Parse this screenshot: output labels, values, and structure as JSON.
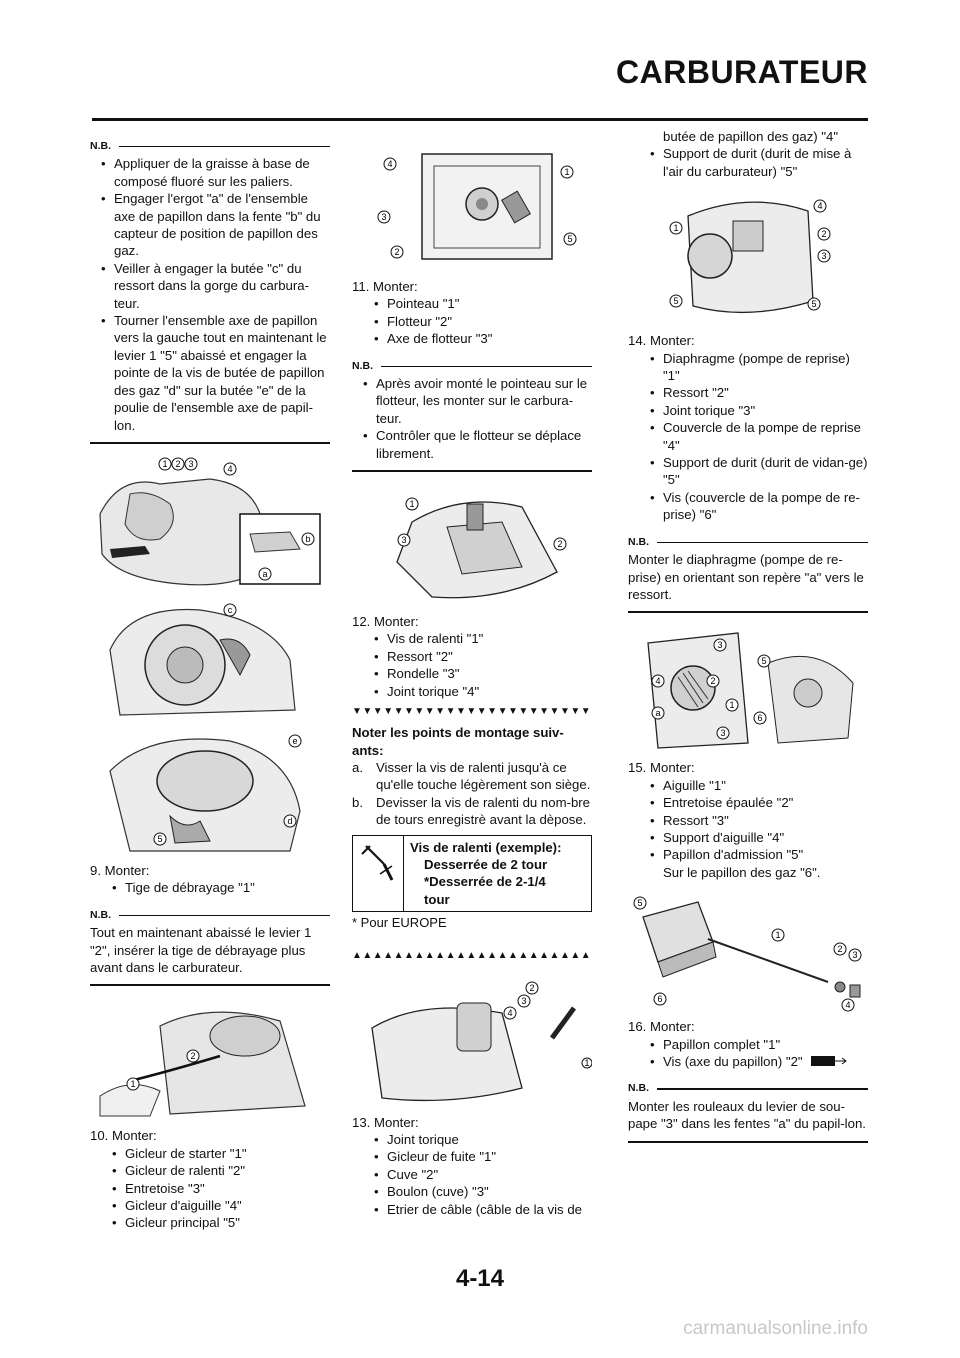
{
  "header": {
    "title": "CARBURATEUR"
  },
  "footer": {
    "page_number": "4-14",
    "watermark": "carmanualsonline.info"
  },
  "col1": {
    "nb1": {
      "label": "N.B.",
      "items": [
        "Appliquer de la graisse à base de composé fluoré sur les paliers.",
        "Engager l'ergot \"a\" de l'ensemble axe de papillon dans la fente \"b\" du capteur de position de papillon des gaz.",
        "Veiller à engager la butée \"c\" du ressort dans la gorge du carbura-teur.",
        "Tourner l'ensemble axe de papillon vers la gauche tout en maintenant le levier 1 \"5\" abaissé et engager la pointe de la vis de butée de papillon des gaz \"d\" sur la butée \"e\" de la poulie de l'ensemble axe de papil-lon."
      ]
    },
    "fig1_labels": [
      "1",
      "2",
      "3",
      "4",
      "a",
      "b"
    ],
    "fig2_labels": [
      "c"
    ],
    "fig3_labels": [
      "e",
      "5",
      "d"
    ],
    "step9": {
      "title": "9.  Monter:",
      "items": [
        "Tige de débrayage \"1\""
      ]
    },
    "nb2": {
      "label": "N.B.",
      "text": "Tout en maintenant abaissé le levier 1 \"2\", insérer la tige de débrayage plus avant dans le carburateur."
    },
    "fig4_labels": [
      "1",
      "2"
    ],
    "step10": {
      "title": "10. Monter:",
      "items": [
        "Gicleur de starter \"1\"",
        "Gicleur de ralenti \"2\"",
        "Entretoise \"3\"",
        "Gicleur d'aiguille \"4\"",
        "Gicleur principal \"5\""
      ]
    }
  },
  "col2": {
    "fig5_labels": [
      "4",
      "1",
      "3",
      "5",
      "2"
    ],
    "step11": {
      "title": "11. Monter:",
      "items": [
        "Pointeau \"1\"",
        "Flotteur \"2\"",
        "Axe de flotteur \"3\""
      ]
    },
    "nb3": {
      "label": "N.B.",
      "items": [
        "Après avoir monté le pointeau sur le flotteur, les monter sur le carbura-teur.",
        "Contrôler que le flotteur se déplace librement."
      ]
    },
    "fig6_labels": [
      "1",
      "3",
      "2"
    ],
    "step12": {
      "title": "12. Monter:",
      "items": [
        "Vis de ralenti \"1\"",
        "Ressort \"2\"",
        "Rondelle \"3\"",
        "Joint torique \"4\""
      ]
    },
    "triangles_down": "▼▼▼▼▼▼▼▼▼▼▼▼▼▼▼▼▼▼▼▼▼▼▼▼▼▼",
    "notes_title": "Noter les points de montage suiv-ants:",
    "note_a": {
      "letter": "a.",
      "text": "Visser la vis de ralenti jusqu'à ce qu'elle touche légèrement son siège."
    },
    "note_b": {
      "letter": "b.",
      "text": "Devisser la vis de ralenti du nom-bre de tours enregistrè avant la dèpose."
    },
    "spec": {
      "title": "Vis de ralenti (exemple):",
      "line1": "Desserrée de 2 tour",
      "line2": "*Desserrée de 2-1/4",
      "line3": "tour"
    },
    "footnote": "* Pour EUROPE",
    "triangles_up": "▲▲▲▲▲▲▲▲▲▲▲▲▲▲▲▲▲▲▲▲▲▲▲▲▲▲",
    "fig7_labels": [
      "2",
      "3",
      "4",
      "1"
    ],
    "step13": {
      "title": "13. Monter:",
      "items": [
        "Joint torique",
        "Gicleur de fuite \"1\"",
        "Cuve \"2\"",
        "Boulon (cuve) \"3\"",
        "Etrier de câble (câble de la vis de"
      ]
    }
  },
  "col3": {
    "cont1": "butée de papillon des gaz) \"4\"",
    "cont_items": [
      "Support de durit (durit de mise à l'air du carburateur) \"5\""
    ],
    "fig8_labels": [
      "1",
      "4",
      "2",
      "3",
      "5",
      "5"
    ],
    "step14": {
      "title": "14. Monter:",
      "items": [
        "Diaphragme (pompe de reprise) \"1\"",
        "Ressort \"2\"",
        "Joint torique \"3\"",
        "Couvercle de la pompe de reprise \"4\"",
        "Support de durit (durit de vidan-ge) \"5\"",
        "Vis (couvercle de la pompe de re-prise) \"6\""
      ]
    },
    "nb4": {
      "label": "N.B.",
      "text": "Monter le diaphragme (pompe de re-prise) en orientant son repère \"a\" vers le ressort."
    },
    "fig9_labels": [
      "3",
      "5",
      "4",
      "2",
      "1",
      "a",
      "3",
      "6"
    ],
    "step15": {
      "title": "15. Monter:",
      "items": [
        "Aiguille \"1\"",
        "Entretoise épaulée \"2\"",
        "Ressort \"3\"",
        "Support d'aiguille \"4\"",
        "Papillon d'admission \"5\""
      ],
      "extra": "Sur le papillon des gaz \"6\"."
    },
    "fig10_labels": [
      "5",
      "1",
      "2",
      "3",
      "6",
      "4"
    ],
    "step16": {
      "title": "16. Monter:",
      "items": [
        "Papillon complet \"1\"",
        "Vis (axe du papillon) \"2\""
      ]
    },
    "nb5": {
      "label": "N.B.",
      "text": "Monter les rouleaux du levier de sou-pape \"3\" dans les fentes \"a\" du papil-lon."
    }
  }
}
